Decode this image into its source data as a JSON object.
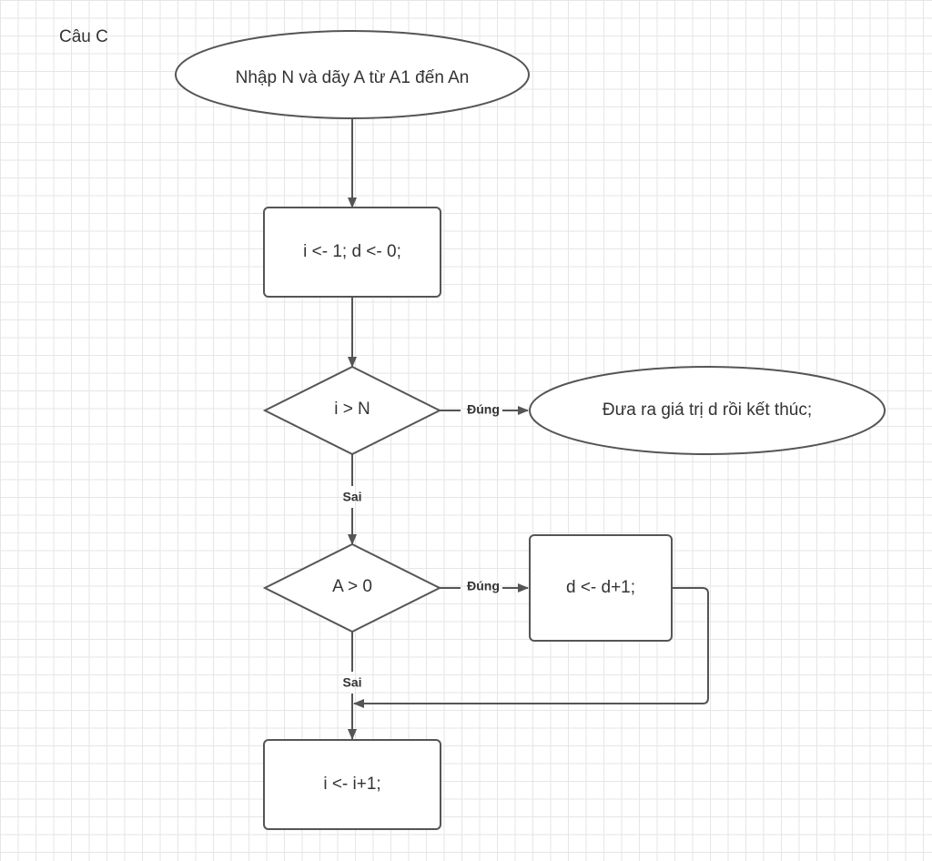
{
  "diagram": {
    "corner_label": "Câu C",
    "nodes": {
      "start": "Nhập N và dãy A từ A1 đến An",
      "init": "i <- 1; d <- 0;",
      "cond1": "i > N",
      "end": "Đưa ra giá trị d rồi kết thúc;",
      "cond2": "A > 0",
      "inc_d": "d <- d+1;",
      "inc_i": "i <- i+1;"
    },
    "edges": {
      "cond1_true": "Đúng",
      "cond1_false": "Sai",
      "cond2_true": "Đúng",
      "cond2_false": "Sai"
    },
    "colors": {
      "stroke": "#555555",
      "text": "#333333",
      "grid": "#e6e6e6"
    }
  }
}
